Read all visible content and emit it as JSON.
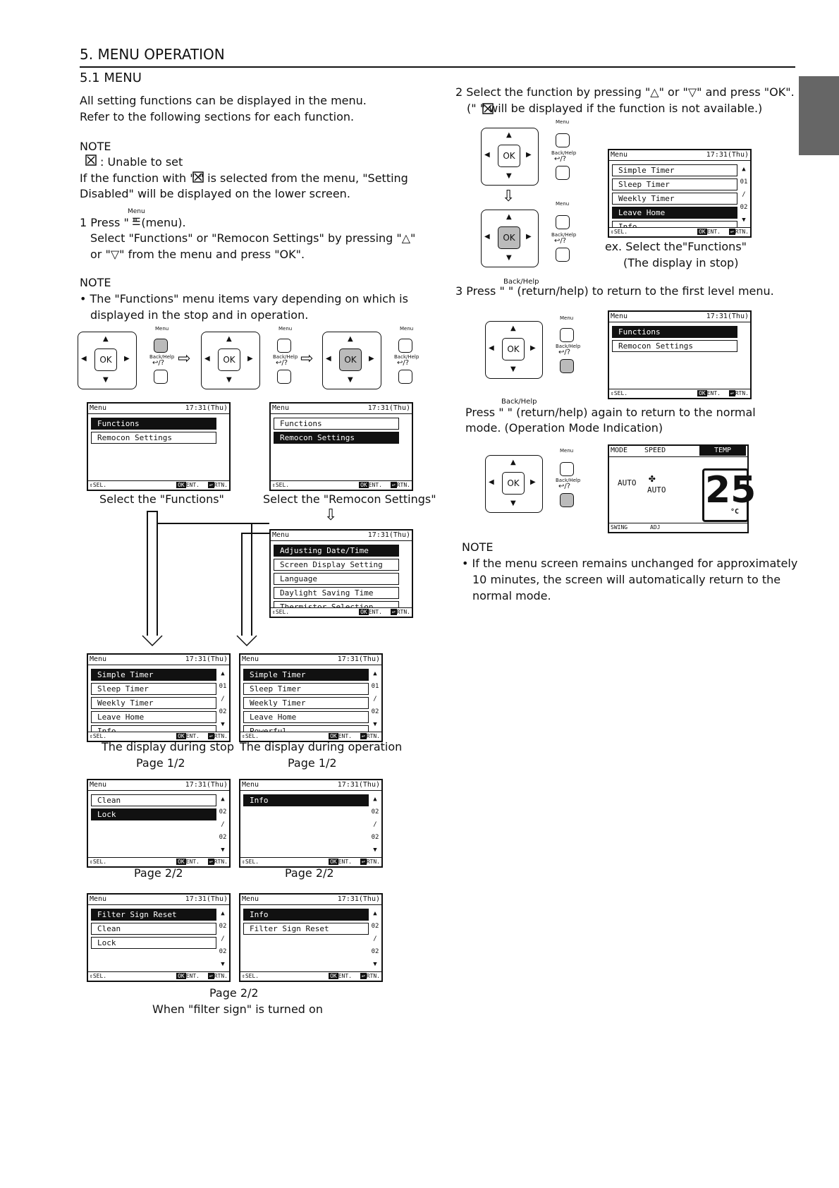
{
  "section_title": "5. MENU OPERATION",
  "subsection_title": "5.1    MENU",
  "intro": [
    "All setting functions can be displayed in the menu.",
    "Refer to the following sections for each function."
  ],
  "note1": {
    "heading": "NOTE",
    "line1": ": Unable to set",
    "line2": "If the function with \"  \" is selected from the menu, \"Setting",
    "line3": "Disabled\" will be displayed on the lower screen."
  },
  "step1": {
    "line1": "1 Press \"  \" (menu).",
    "line2": "Select \"Functions\" or \"Remocon Settings\" by pressing \"△\"",
    "line3": "or \"▽\" from the menu and press \"OK\"."
  },
  "note2": {
    "heading": "NOTE",
    "line1": "• The \"Functions\" menu items vary depending on which is",
    "line2": "displayed in the stop and in operation."
  },
  "labels": {
    "menu": "Menu",
    "back_help": "Back/Help",
    "ok": "OK",
    "return_symbol": "↩/?"
  },
  "lcd_common": {
    "title": "Menu",
    "time": "17:31(Thu)",
    "sel": "SEL.",
    "ok": "OK",
    "ent": "ENT.",
    "rtn": "RTN."
  },
  "screens": {
    "s1": [
      "Functions",
      "Remocon Settings"
    ],
    "s2": [
      "Functions",
      "Remocon Settings"
    ],
    "s3": [
      "Adjusting Date/Time",
      "Screen Display Setting",
      "Language",
      "Daylight Saving Time",
      "Thermistor Selection"
    ],
    "stop1": [
      "Simple Timer",
      "Sleep Timer",
      "Weekly Timer",
      "Leave Home",
      "Info"
    ],
    "op1": [
      "Simple Timer",
      "Sleep Timer",
      "Weekly Timer",
      "Leave Home",
      "Powerful"
    ],
    "stop2": [
      "Clean",
      "Lock"
    ],
    "op2": [
      "Info"
    ],
    "stop3": [
      "Filter Sign Reset",
      "Clean",
      "Lock"
    ],
    "op3": [
      "Info",
      "Filter Sign Reset"
    ],
    "r1": [
      "Simple Timer",
      "Sleep Timer",
      "Weekly Timer",
      "Leave Home",
      "Info"
    ],
    "r2": [
      "Functions",
      "Remocon Settings"
    ]
  },
  "captions": {
    "select_functions": "Select the \"Functions\"",
    "select_remocon": "Select the \"Remocon Settings\"",
    "stop_display": "The display during stop",
    "op_display": "The display during operation",
    "page12": "Page 1/2",
    "page22": "Page 2/2",
    "filter_sign": "When \"filter sign\" is turned on",
    "ex_select": "ex. Select the\"Functions\"",
    "display_stop": "(The display in stop)"
  },
  "step2": {
    "line1": "2 Select the function by pressing \"△\" or \"▽\" and press \"OK\".",
    "line2": "(\"  \" will be displayed if the function is not available.)"
  },
  "step3": {
    "line1": "3 Press \"  \" (return/help) to return to the first level menu.",
    "press_again1": "Press \"  \" (return/help) again to return to the normal",
    "press_again2": "mode. (Operation Mode Indication)"
  },
  "normal_screen": {
    "mode": "MODE",
    "speed": "SPEED",
    "temp": "TEMP",
    "mode_val": "AUTO",
    "speed_val": "AUTO",
    "temp_val": "25",
    "unit": "°C",
    "swing": "SWING",
    "adj": "ADJ"
  },
  "note3": {
    "heading": "NOTE",
    "line1": "• If the menu screen remains unchanged for approximately",
    "line2": "10 minutes, the screen will automatically return to the",
    "line3": "normal mode."
  },
  "page_numbers": {
    "n01": "01",
    "n02": "02",
    "slash": "/"
  }
}
